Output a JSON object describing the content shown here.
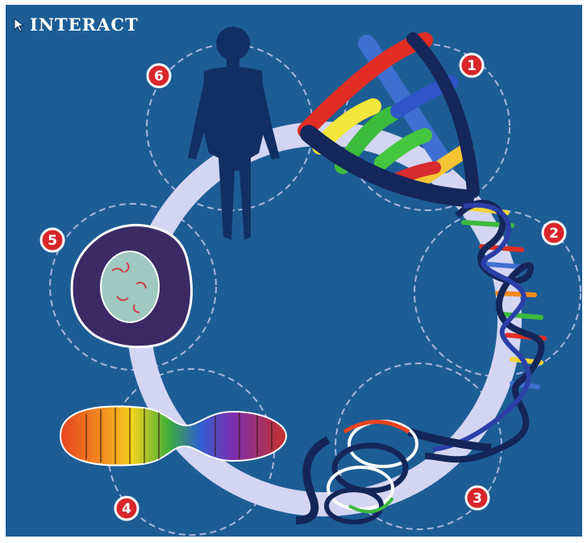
{
  "interact": {
    "label": "INTERACT"
  },
  "stages": [
    {
      "number": "1",
      "icon": "nucleotides-icon"
    },
    {
      "number": "2",
      "icon": "dna-double-helix-icon"
    },
    {
      "number": "3",
      "icon": "chromatin-coil-icon"
    },
    {
      "number": "4",
      "icon": "chromosome-icon"
    },
    {
      "number": "5",
      "icon": "cell-nucleus-icon"
    },
    {
      "number": "6",
      "icon": "human-body-icon"
    }
  ],
  "colors": {
    "background": "#1d5d95",
    "ring": "#d3d5f3",
    "badge": "#d8262b",
    "dark_navy": "#142659",
    "cell": "#3b2a64",
    "nucleus": "#9fc9c1"
  }
}
